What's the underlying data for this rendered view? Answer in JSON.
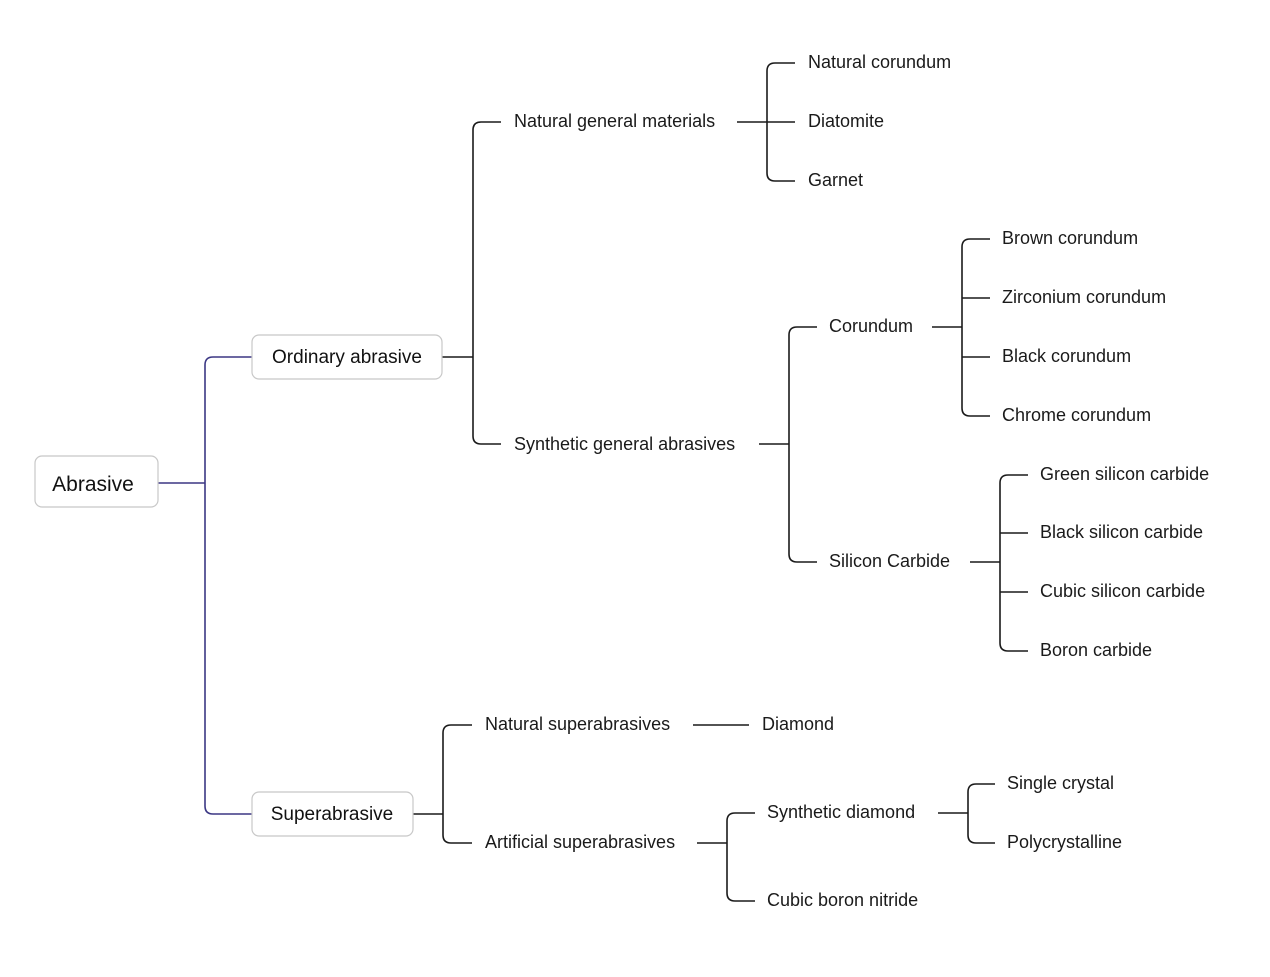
{
  "colors": {
    "root_connector": "#3b3784",
    "connector": "#1a1a1a",
    "box_border": "#c8c8c8",
    "text": "#1a1a1a"
  },
  "tree": {
    "label": "Abrasive",
    "children": [
      {
        "label": "Ordinary abrasive",
        "children": [
          {
            "label": "Natural general materials",
            "children": [
              {
                "label": "Natural corundum"
              },
              {
                "label": "Diatomite"
              },
              {
                "label": "Garnet"
              }
            ]
          },
          {
            "label": "Synthetic general abrasives",
            "children": [
              {
                "label": "Corundum",
                "children": [
                  {
                    "label": "Brown corundum"
                  },
                  {
                    "label": "Zirconium corundum"
                  },
                  {
                    "label": "Black corundum"
                  },
                  {
                    "label": "Chrome corundum"
                  }
                ]
              },
              {
                "label": "Silicon Carbide",
                "children": [
                  {
                    "label": "Green silicon carbide"
                  },
                  {
                    "label": "Black silicon carbide"
                  },
                  {
                    "label": "Cubic silicon carbide"
                  },
                  {
                    "label": "Boron carbide"
                  }
                ]
              }
            ]
          }
        ]
      },
      {
        "label": "Superabrasive",
        "children": [
          {
            "label": "Natural superabrasives",
            "children": [
              {
                "label": "Diamond"
              }
            ]
          },
          {
            "label": "Artificial superabrasives",
            "children": [
              {
                "label": "Synthetic diamond",
                "children": [
                  {
                    "label": "Single crystal"
                  },
                  {
                    "label": "Polycrystalline"
                  }
                ]
              },
              {
                "label": "Cubic boron nitride"
              }
            ]
          }
        ]
      }
    ]
  }
}
